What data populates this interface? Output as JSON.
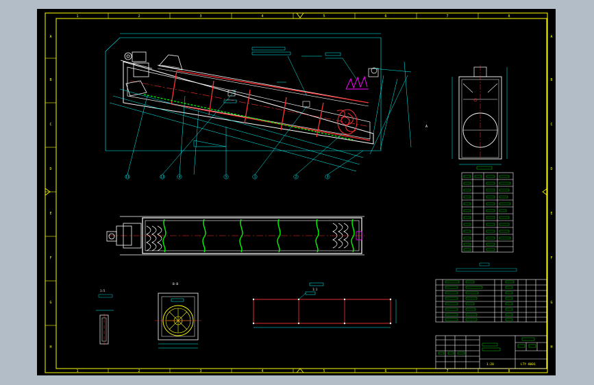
{
  "colors": {
    "background": "#b3bdc8",
    "sheet": "#000000",
    "frame": "#ffff00",
    "outline": "#00ffff",
    "solid": "#ffffff",
    "centerline": "#ff3030",
    "part": "#ff00ff",
    "spiral": "#00ff00",
    "dimension": "#00ffff"
  },
  "border": {
    "columns_top": [
      "1",
      "2",
      "3",
      "4",
      "5",
      "6",
      "7",
      "8"
    ],
    "columns_bottom": [
      "1",
      "2",
      "3",
      "4",
      "5",
      "6",
      "7",
      "8"
    ],
    "rows_left": [
      "A",
      "B",
      "C",
      "D",
      "E",
      "F",
      "G",
      "H"
    ],
    "rows_right": [
      "A",
      "B",
      "C",
      "D",
      "E",
      "F",
      "G",
      "H"
    ]
  },
  "drawing": {
    "balloons": [
      "11",
      "13",
      "4",
      "5",
      "1",
      "2",
      "3"
    ],
    "section_label": "B-B",
    "detail_label": "1:1",
    "side_view_label": "A",
    "scale_tag": "1:5"
  },
  "title_block": {
    "name": "LTY-8001",
    "drawing_no": "LTY-8001",
    "scale": "1:20"
  }
}
